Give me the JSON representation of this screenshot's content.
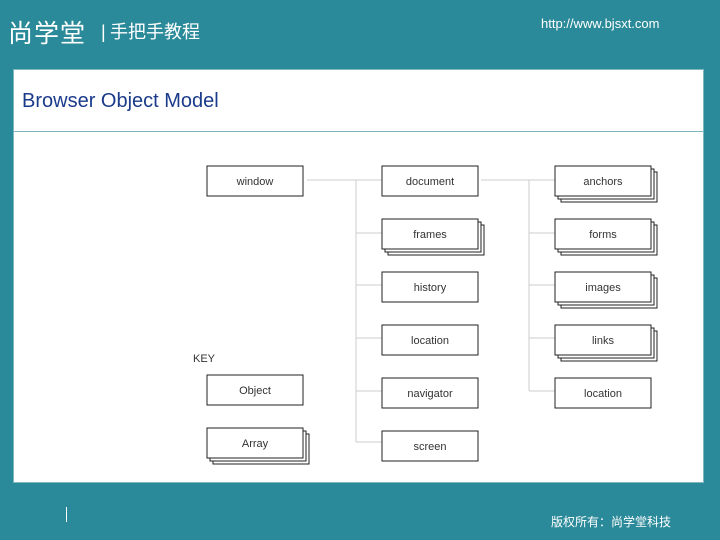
{
  "header": {
    "logo": "尚学堂",
    "separator": "|",
    "slogan": "手把手教程",
    "url": "http://www.bjsxt.com"
  },
  "slide": {
    "title": "Browser Object Model"
  },
  "diagram": {
    "root": "window",
    "children": [
      "document",
      "frames",
      "history",
      "location",
      "navigator",
      "screen"
    ],
    "document_children": [
      "anchors",
      "forms",
      "images",
      "links",
      "location"
    ],
    "array_nodes": [
      "frames",
      "anchors",
      "forms",
      "images",
      "links"
    ],
    "key_label": "KEY",
    "key_items": [
      "Object",
      "Array"
    ]
  },
  "footer": {
    "copyright": "版权所有：尚学堂科技"
  }
}
